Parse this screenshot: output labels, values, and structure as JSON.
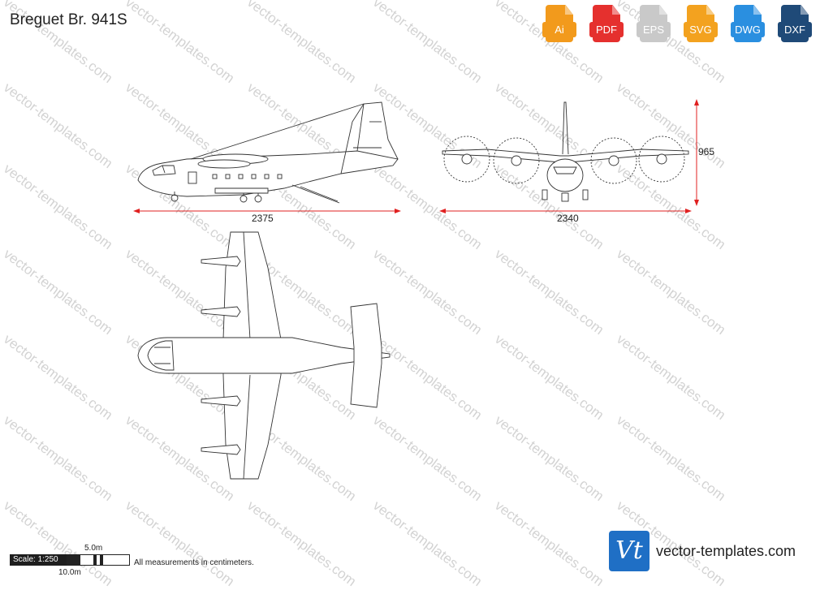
{
  "title": "Breguet Br. 941S",
  "watermark_text": "vector-templates.com",
  "formats": [
    {
      "label": "Ai",
      "color": "#f29a1c"
    },
    {
      "label": "PDF",
      "color": "#e5302e"
    },
    {
      "label": "EPS",
      "color": "#c9c9c9"
    },
    {
      "label": "SVG",
      "color": "#f3a21f"
    },
    {
      "label": "DWG",
      "color": "#2a8fe0"
    },
    {
      "label": "DXF",
      "color": "#1f4a78"
    }
  ],
  "dimensions": {
    "side_length": "2375",
    "front_span": "2340",
    "front_height": "965"
  },
  "scale": {
    "label": "Scale: 1:250",
    "top_label": "5.0m",
    "bottom_label": "10.0m"
  },
  "note": "All measurements in centimeters.",
  "brand": {
    "logo": "Vt",
    "site": "vector-templates.com"
  },
  "colors": {
    "dimension_line": "#e02020",
    "outline": "#333333"
  }
}
